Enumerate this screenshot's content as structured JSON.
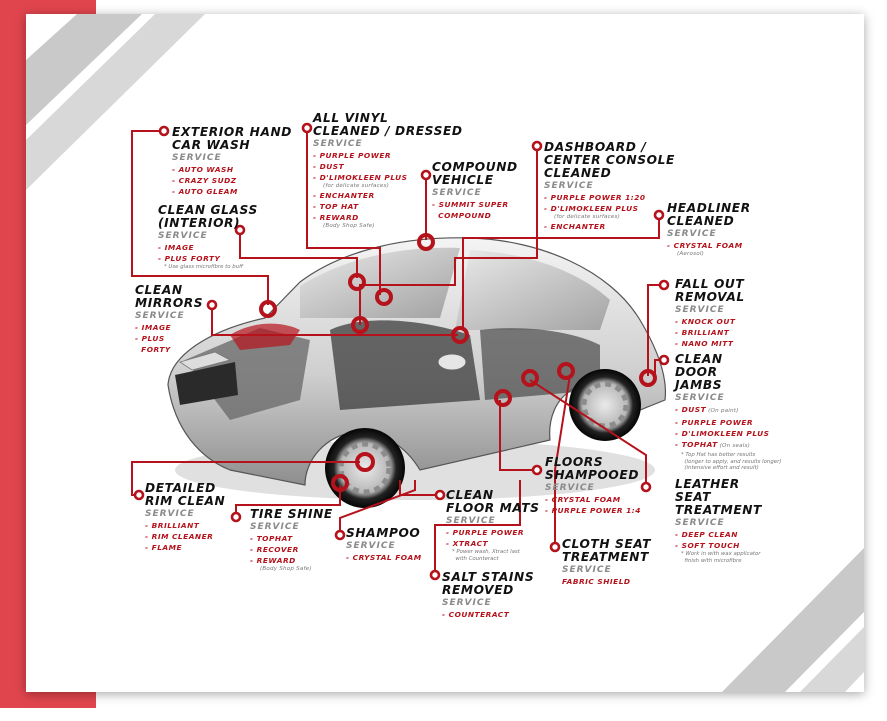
{
  "colors": {
    "accent": "#b5121b",
    "frame": "#e0454d",
    "stripe": "#c9c9c9",
    "title": "#111111",
    "service": "#8a8a8a"
  },
  "labels": [
    {
      "key": "exterior",
      "title": "EXTERIOR HAND\nCAR WASH",
      "service": "SERVICE",
      "items": [
        {
          "text": "AUTO WASH"
        },
        {
          "text": "CRAZY SUDZ"
        },
        {
          "text": "AUTO GLEAM"
        }
      ]
    },
    {
      "key": "vinyl",
      "title": "ALL VINYL\nCLEANED / DRESSED",
      "service": "SERVICE",
      "items": [
        {
          "text": "PURPLE POWER"
        },
        {
          "text": "DUST"
        },
        {
          "text": "D'LIMOKLEEN PLUS"
        },
        {
          "sub": "(for delicate surfaces)"
        },
        {
          "text": "ENCHANTER"
        },
        {
          "text": "TOP HAT"
        },
        {
          "text": "REWARD"
        },
        {
          "sub": "(Body Shop Safe)"
        }
      ]
    },
    {
      "key": "compound",
      "title": "COMPOUND\nVEHICLE",
      "service": "SERVICE",
      "items": [
        {
          "text": "SUMMIT SUPER\nCOMPOUND"
        }
      ]
    },
    {
      "key": "dashboard",
      "title": "DASHBOARD /\nCENTER CONSOLE\nCLEANED",
      "service": "SERVICE",
      "items": [
        {
          "text": "PURPLE POWER 1:20"
        },
        {
          "text": "D'LIMOKLEEN PLUS"
        },
        {
          "sub": "(for delicate surfaces)"
        },
        {
          "text": "ENCHANTER"
        }
      ]
    },
    {
      "key": "glass",
      "title": "CLEAN GLASS\n(INTERIOR)",
      "service": "SERVICE",
      "items": [
        {
          "text": "IMAGE"
        },
        {
          "text": "PLUS FORTY"
        }
      ],
      "foot": "* Use glass microfibre to buff"
    },
    {
      "key": "headliner",
      "title": "HEADLINER\nCLEANED",
      "service": "SERVICE",
      "items": [
        {
          "text": "CRYSTAL FOAM"
        },
        {
          "sub": "(Aerosol)"
        }
      ]
    },
    {
      "key": "mirrors",
      "title": "CLEAN\nMIRRORS",
      "service": "SERVICE",
      "items": [
        {
          "text": "IMAGE"
        },
        {
          "text": "PLUS\nFORTY"
        }
      ]
    },
    {
      "key": "fallout",
      "title": "FALL OUT\nREMOVAL",
      "service": "SERVICE",
      "items": [
        {
          "text": "KNOCK OUT"
        },
        {
          "text": "BRILLIANT"
        },
        {
          "text": "NANO MITT"
        }
      ]
    },
    {
      "key": "doorjambs",
      "title": "CLEAN\nDOOR\nJAMBS",
      "service": "SERVICE",
      "items": [
        {
          "text": "DUST",
          "note": "(On paint)"
        },
        {
          "text": "PURPLE POWER"
        },
        {
          "text": "D'LIMOKLEEN PLUS"
        },
        {
          "text": "TOPHAT",
          "note": "(On seals)"
        }
      ],
      "foot": "* Top Hat has better results\n  (longer to apply, and results longer)\n  (intensive effort and result)"
    },
    {
      "key": "rim",
      "title": "DETAILED\nRIM CLEAN",
      "service": "SERVICE",
      "items": [
        {
          "text": "BRILLIANT"
        },
        {
          "text": "RIM CLEANER"
        },
        {
          "text": "FLAME"
        }
      ]
    },
    {
      "key": "tire",
      "title": "TIRE SHINE",
      "service": "SERVICE",
      "items": [
        {
          "text": "TOPHAT"
        },
        {
          "text": "RECOVER"
        },
        {
          "text": "REWARD"
        },
        {
          "sub": "(Body Shop Safe)"
        }
      ]
    },
    {
      "key": "floors",
      "title": "FLOORS\nSHAMPOOED",
      "service": "SERVICE",
      "items": [
        {
          "text": "CRYSTAL FOAM"
        },
        {
          "text": "PURPLE POWER 1:4"
        }
      ]
    },
    {
      "key": "mats",
      "title": "CLEAN\nFLOOR MATS",
      "service": "SERVICE",
      "items": [
        {
          "text": "PURPLE POWER"
        },
        {
          "text": "XTRACT"
        }
      ],
      "foot": "* Power wash, Xtract last\n  with Counteract"
    },
    {
      "key": "shampoo",
      "title": "SHAMPOO",
      "service": "SERVICE",
      "items": [
        {
          "text": "CRYSTAL FOAM"
        }
      ]
    },
    {
      "key": "leather",
      "title": "LEATHER\nSEAT\nTREATMENT",
      "service": "SERVICE",
      "items": [
        {
          "text": "DEEP CLEAN"
        },
        {
          "text": "SOFT TOUCH"
        }
      ],
      "foot": "* Work in with wax applicator\n  finish with microfibre"
    },
    {
      "key": "cloth",
      "title": "CLOTH SEAT\nTREATMENT",
      "service": "SERVICE",
      "items": [
        {
          "text": "FABRIC SHIELD",
          "nodash": true
        }
      ]
    },
    {
      "key": "salt",
      "title": "SALT STAINS\nREMOVED",
      "service": "SERVICE",
      "items": [
        {
          "text": "COUNTERACT"
        }
      ]
    }
  ]
}
